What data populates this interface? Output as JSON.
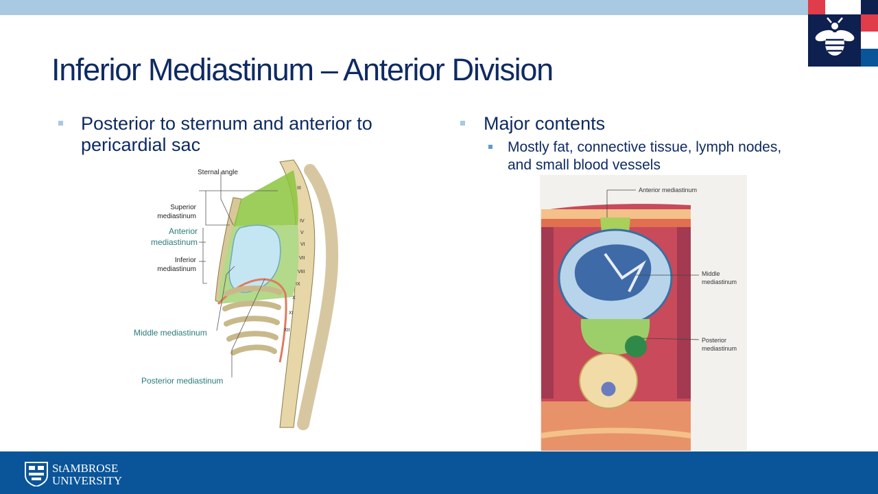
{
  "slide": {
    "title": "Inferior Mediastinum – Anterior Division",
    "left_column": {
      "bullet_line1": "Posterior to sternum and anterior to",
      "bullet_line2": "pericardial sac"
    },
    "right_column": {
      "bullet": "Major contents",
      "sub_bullet_line1": "Mostly fat, connective tissue, lymph nodes,",
      "sub_bullet_line2": "and small blood vessels"
    }
  },
  "figure_left": {
    "labels": {
      "sternal_angle": "Sternal angle",
      "superior_1": "Superior",
      "superior_2": "mediastinum",
      "anterior_1": "Anterior",
      "anterior_2": "mediastinum",
      "inferior_1": "Inferior",
      "inferior_2": "mediastinum",
      "middle": "Middle mediastinum",
      "posterior": "Posterior mediastinum"
    },
    "vertebrae": [
      "III",
      "IV",
      "V",
      "VI",
      "VII",
      "VIII",
      "IX",
      "X",
      "XI",
      "XII"
    ]
  },
  "figure_right": {
    "labels": {
      "anterior": "Anterior mediastinum",
      "middle_1": "Middle",
      "middle_2": "mediastinum",
      "posterior_1": "Posterior",
      "posterior_2": "mediastinum"
    }
  },
  "footer": {
    "logo_line1": "StAMBROSE",
    "logo_line2": "UNIVERSITY"
  },
  "colors": {
    "title": "#0e2a62",
    "top_band": "#a9c8e2",
    "footer": "#0a5599",
    "logo_red": "#e03c4a",
    "logo_navy": "#0e2050",
    "label_teal": "#2a7a7a"
  }
}
